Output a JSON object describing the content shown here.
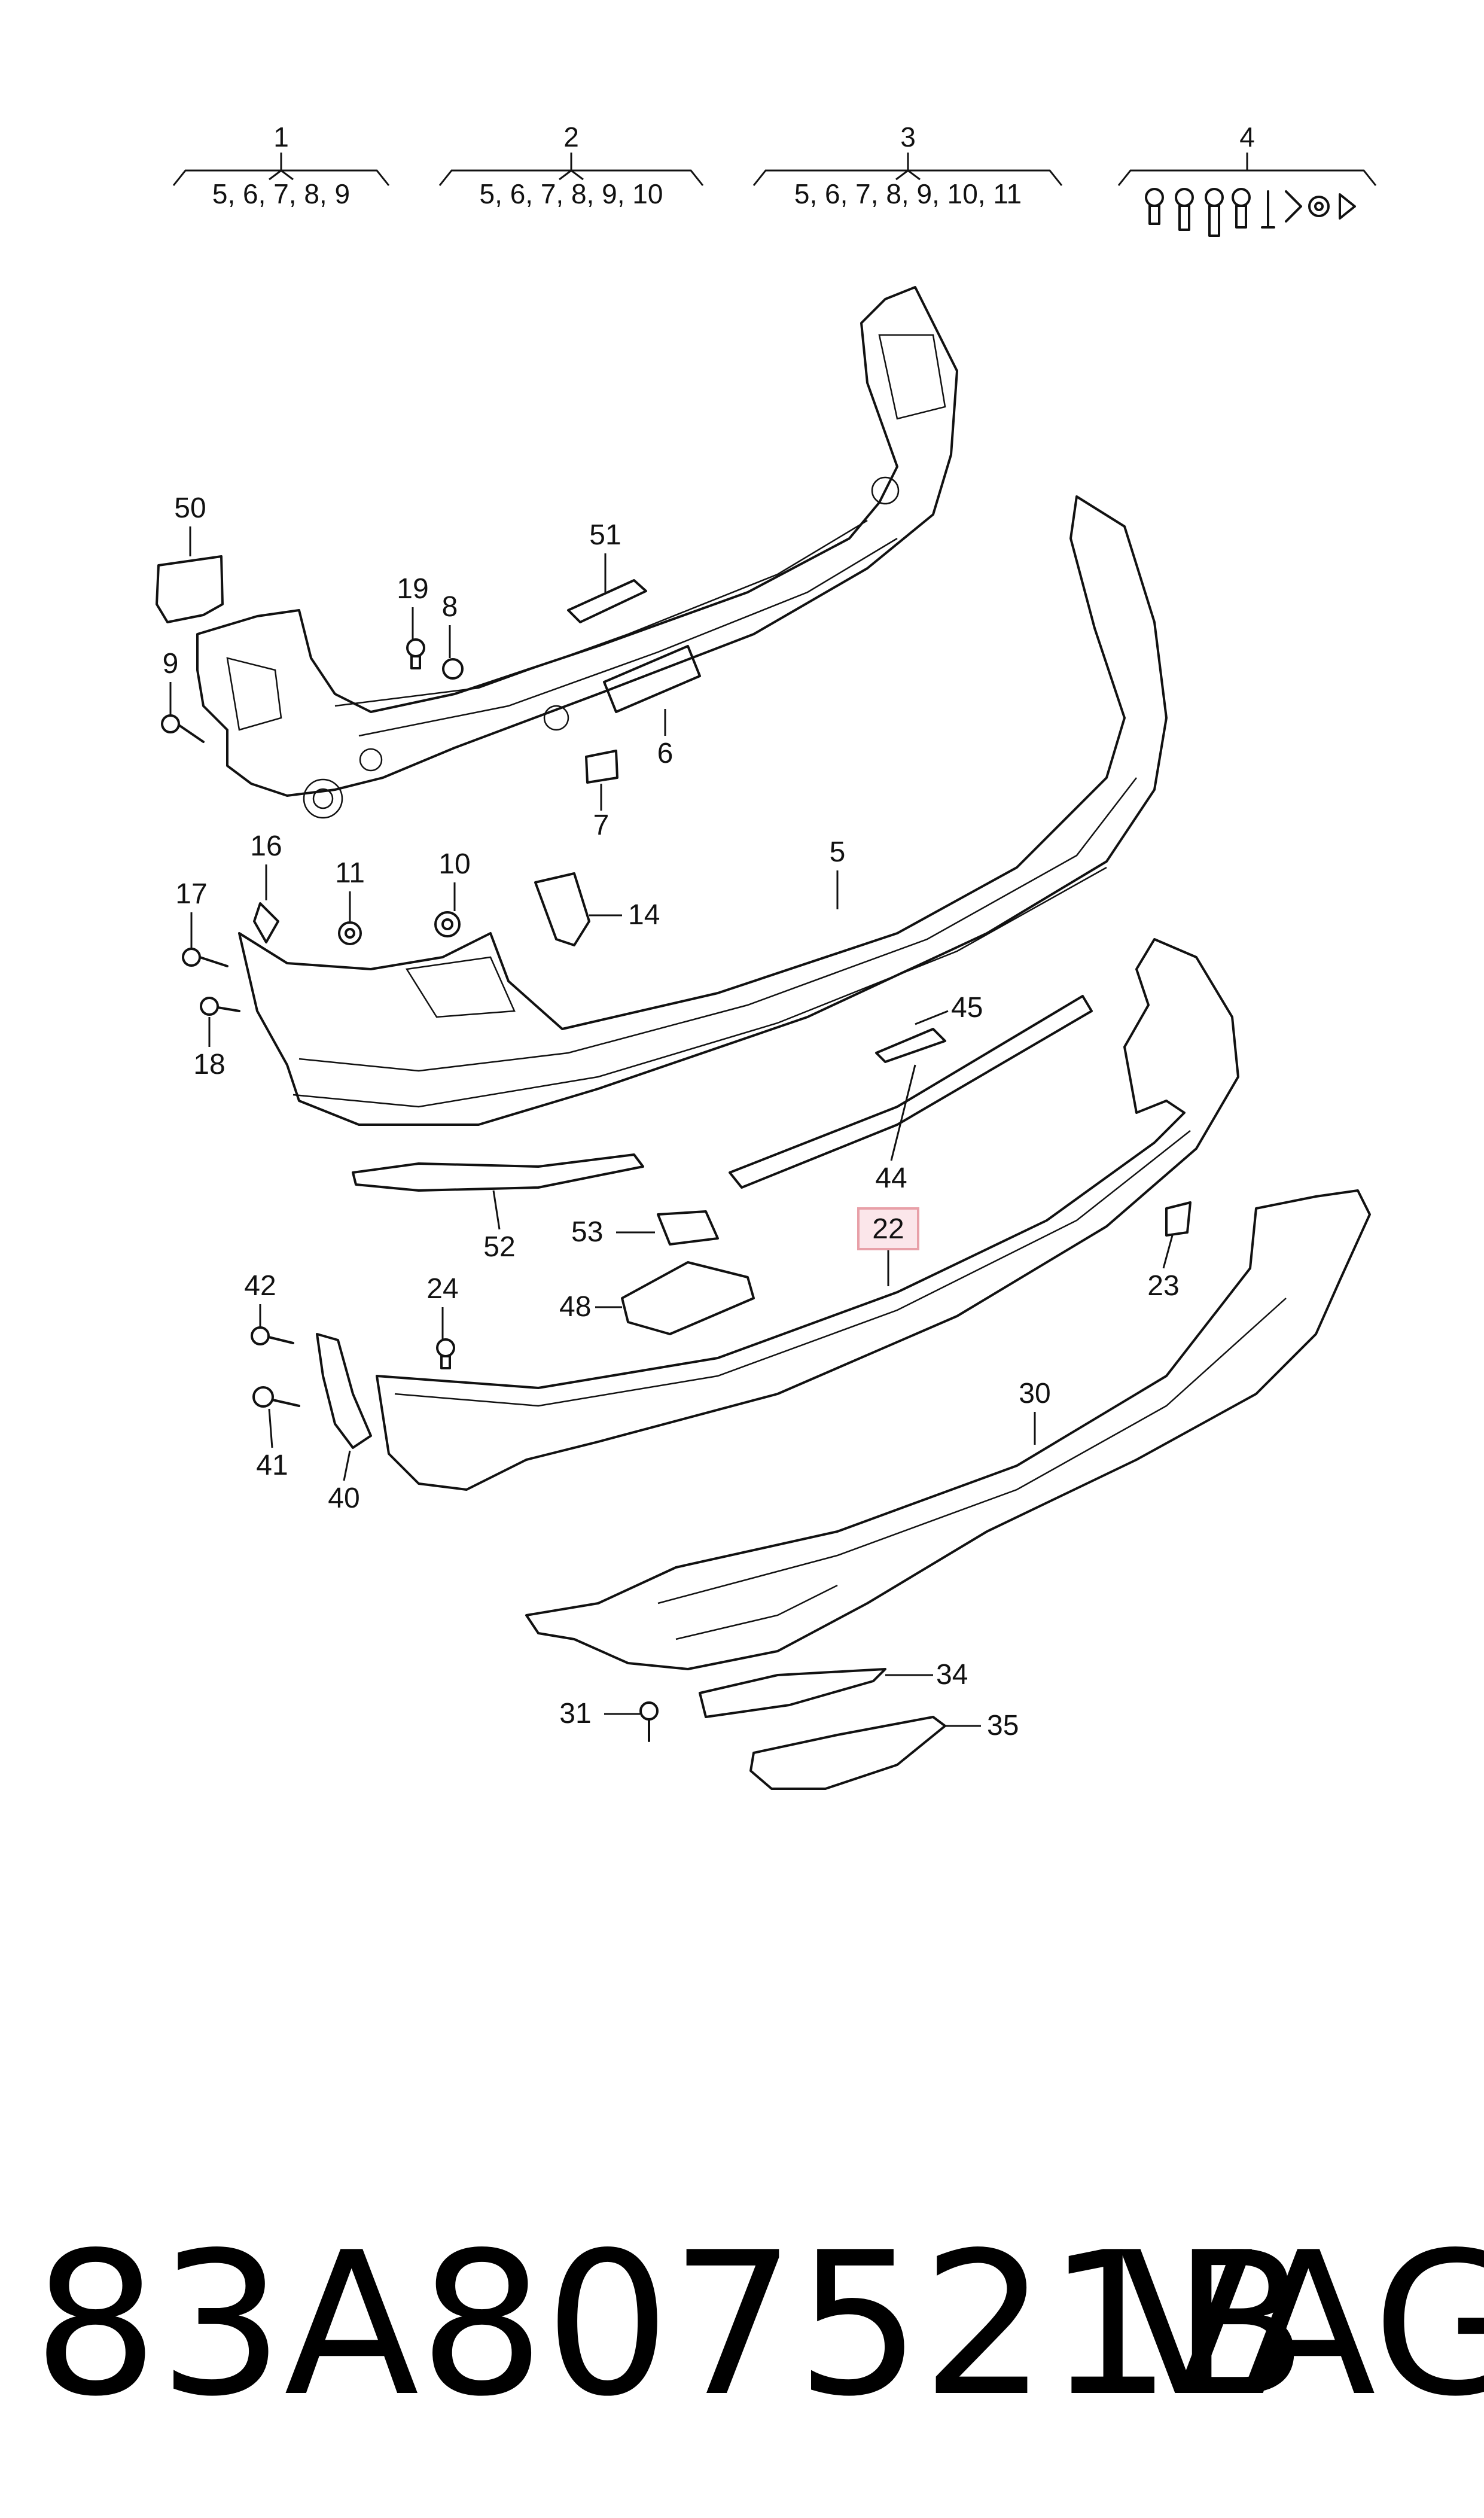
{
  "groups": [
    {
      "number": "1",
      "items": "5, 6, 7, 8, 9"
    },
    {
      "number": "2",
      "items": "5, 6, 7, 8, 9, 10"
    },
    {
      "number": "3",
      "items": "5, 6, 7, 8, 9, 10, 11"
    },
    {
      "number": "4",
      "items": ""
    }
  ],
  "callouts": [
    "50",
    "51",
    "19",
    "8",
    "9",
    "6",
    "7",
    "5",
    "16",
    "17",
    "11",
    "10",
    "14",
    "18",
    "45",
    "44",
    "52",
    "53",
    "22",
    "48",
    "42",
    "24",
    "23",
    "30",
    "41",
    "40",
    "34",
    "31",
    "35"
  ],
  "highlighted_callout": "22",
  "highlight_color": "#e8a0a8",
  "footer": {
    "part_number": "83A807521B",
    "brand": "VAG"
  }
}
